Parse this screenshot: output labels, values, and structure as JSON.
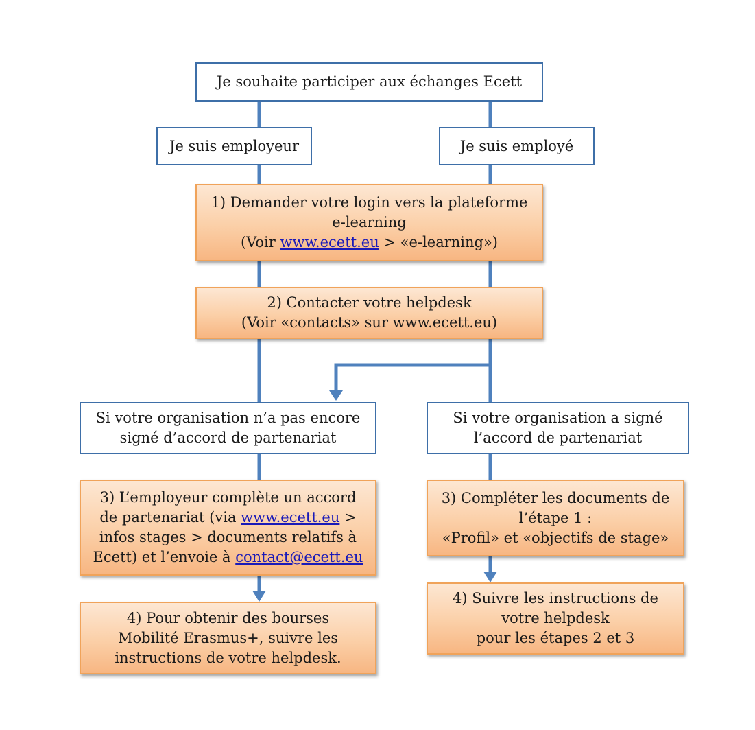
{
  "colors": {
    "connector": "#4f81bd",
    "box_border_plain": "#3e6fa8",
    "box_border_orange": "#f0a35a",
    "box_fill_top": "#fde7d3",
    "box_fill_bottom": "#f7b682",
    "link": "#1a1ab8"
  },
  "nodes": {
    "start": {
      "text": "Je souhaite participer aux échanges Ecett"
    },
    "employer": {
      "text": "Je suis employeur"
    },
    "employee": {
      "text": "Je suis employé"
    },
    "step1": {
      "line1": "1) Demander votre login vers la plateforme",
      "line2": "e-learning",
      "line3_prefix": "(Voir ",
      "line3_link": "www.ecett.eu",
      "line3_suffix": " > «e-learning»)"
    },
    "step2": {
      "line1": "2) Contacter votre helpdesk",
      "line2": "(Voir «contacts» sur www.ecett.eu)"
    },
    "no_agreement": {
      "line1": "Si votre organisation n’a pas encore",
      "line2": "signé d’accord de partenariat"
    },
    "agreement": {
      "line1": "Si votre organisation a signé",
      "line2": "l’accord de partenariat"
    },
    "step3_left": {
      "line1": "3) L’employeur complète un accord",
      "line2_prefix": "de partenariat (via ",
      "line2_link": "www.ecett.eu",
      "line2_suffix": " >",
      "line3": "infos stages > documents relatifs à",
      "line4_prefix": "Ecett) et l’envoie à ",
      "line4_link": "contact@ecett.eu"
    },
    "step3_right": {
      "line1": "3) Compléter les documents de",
      "line2": "l’étape 1 :",
      "line3": "«Profil» et «objectifs de stage»"
    },
    "step4_left": {
      "line1": "4) Pour obtenir des bourses",
      "line2": "Mobilité Erasmus+, suivre les",
      "line3": "instructions de votre helpdesk."
    },
    "step4_right": {
      "line1": "4) Suivre les instructions de",
      "line2": "votre helpdesk",
      "line3": "pour les étapes 2 et 3"
    }
  }
}
